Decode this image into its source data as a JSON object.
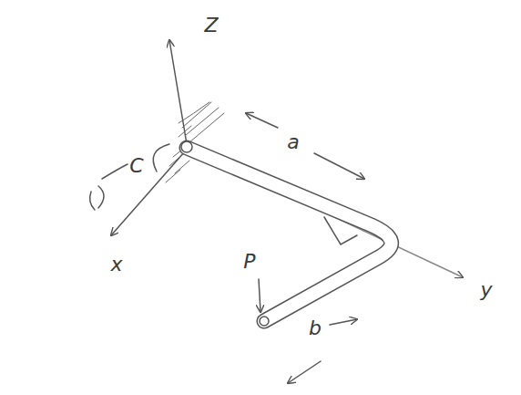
{
  "diagram": {
    "labels": [
      "Z",
      "C",
      "x",
      "a",
      "P",
      "b",
      "y"
    ]
  }
}
